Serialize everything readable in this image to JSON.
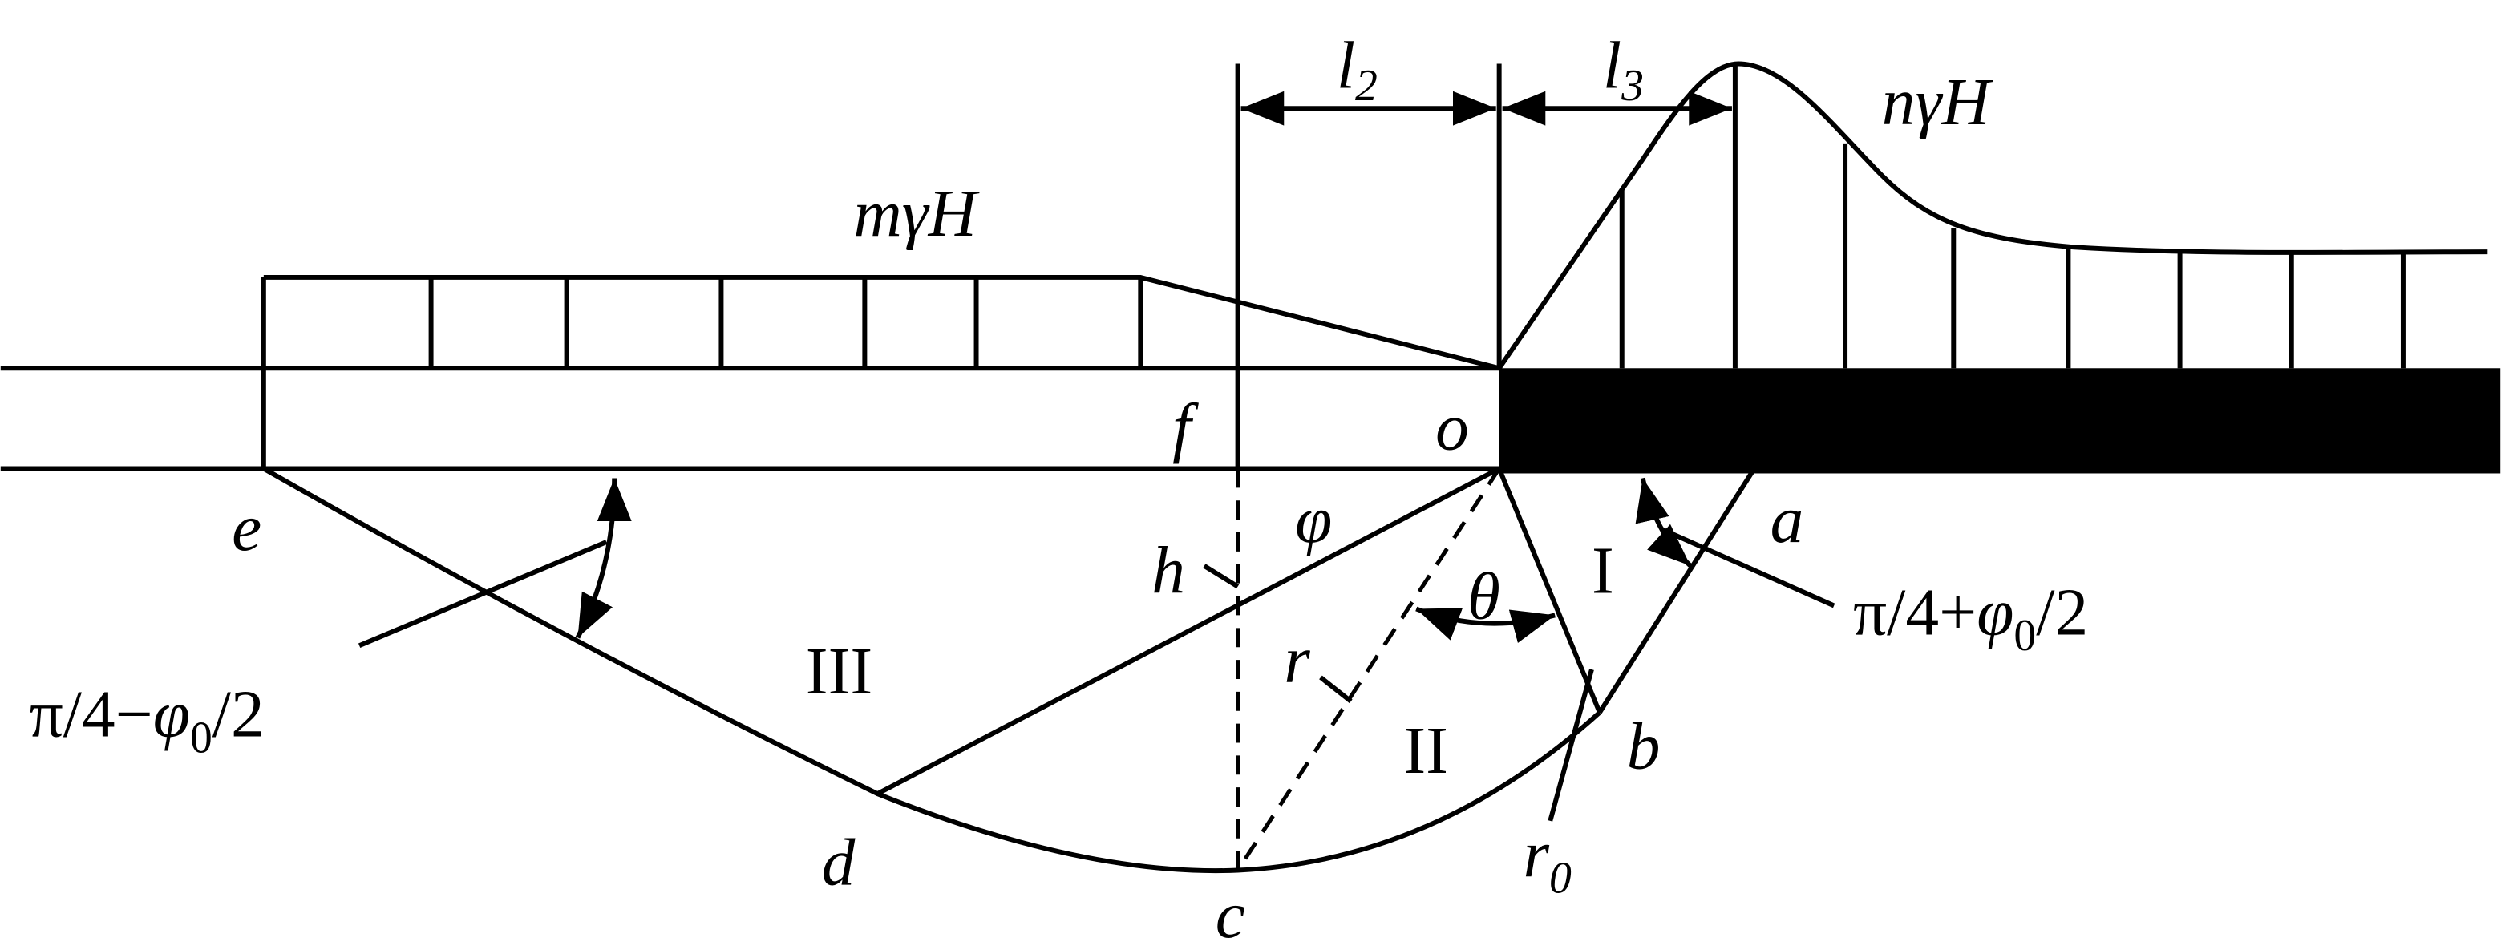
{
  "labels": {
    "m_load": "mγH",
    "n_load": "nγH",
    "l2": "l",
    "l2_sub": "2",
    "l3": "l",
    "l3_sub": "3",
    "e": "e",
    "f": "f",
    "o": "o",
    "h": "h",
    "phi": "φ",
    "theta": "θ",
    "zone1": "I",
    "zone2": "II",
    "zone3": "III",
    "a": "a",
    "b": "b",
    "c": "c",
    "d": "d",
    "r": "r",
    "r0": "r",
    "r0_sub": "0",
    "angle_right_pre": "π/4+",
    "angle_right_phi": "φ",
    "angle_right_sub": "0",
    "angle_right_post": "/2",
    "angle_left_pre": "π/4−",
    "angle_left_phi": "φ",
    "angle_left_sub": "0",
    "angle_left_post": "/2"
  }
}
